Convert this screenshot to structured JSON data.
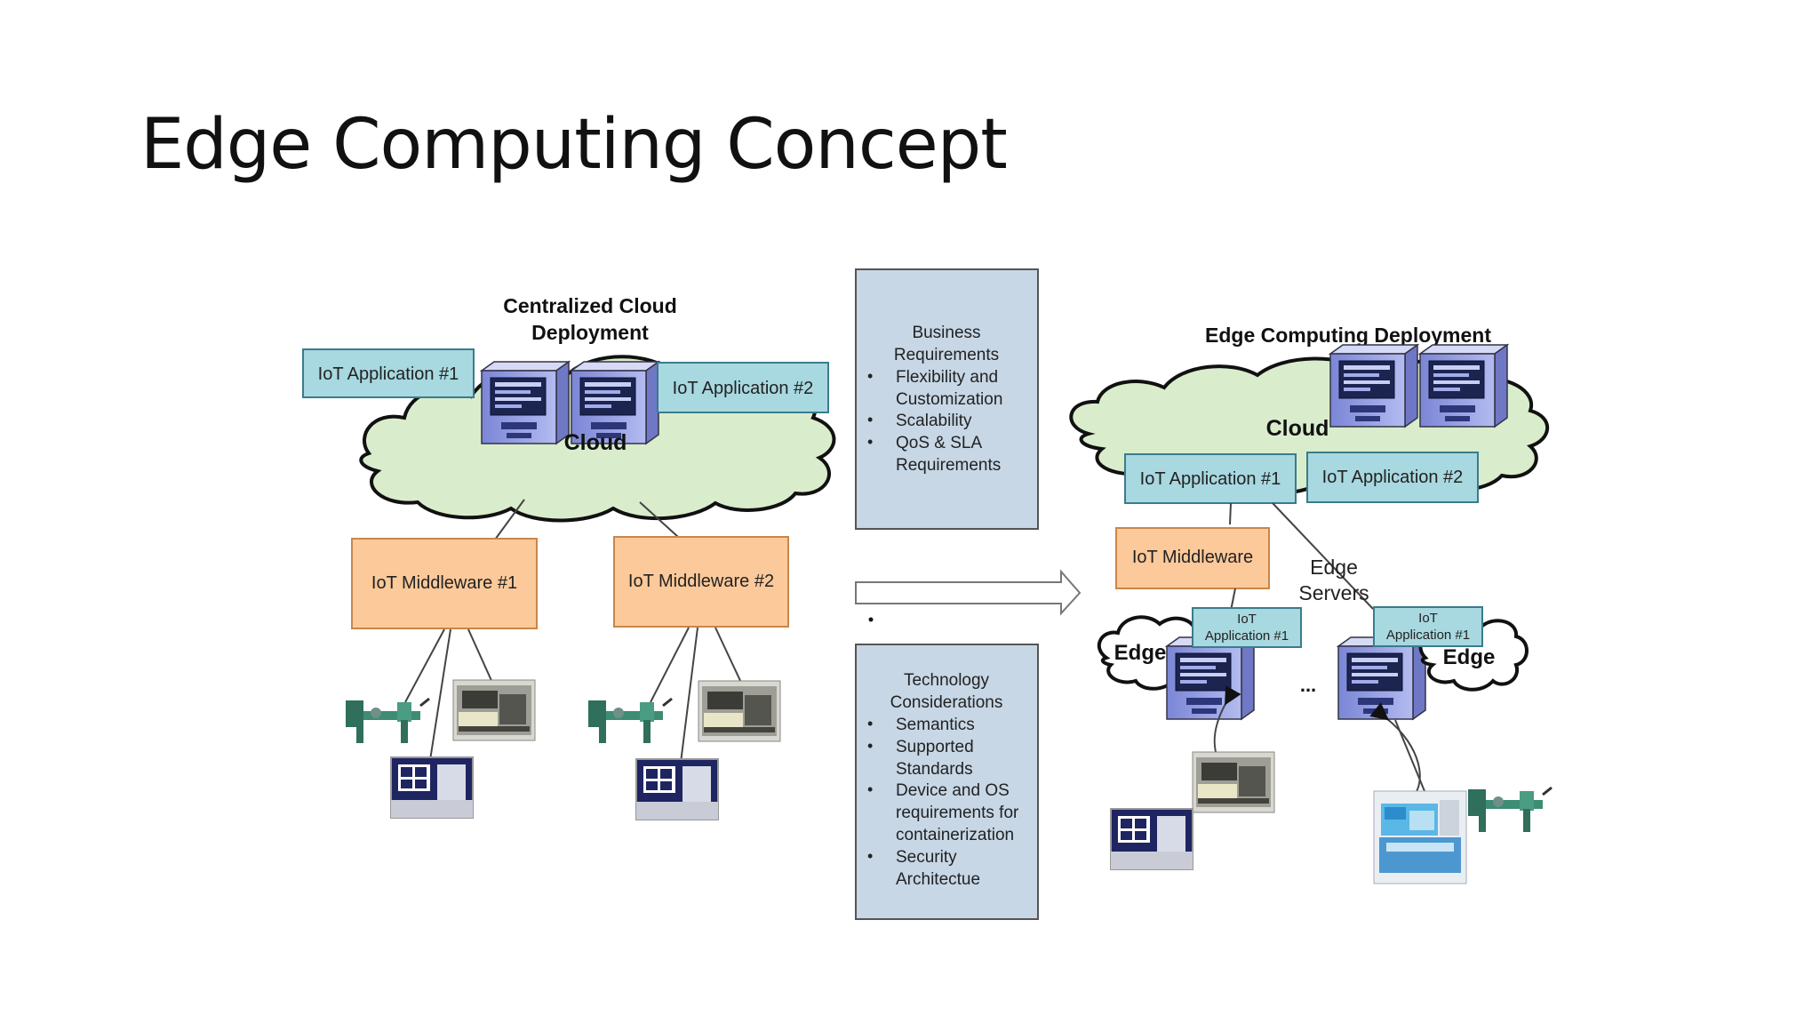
{
  "slide": {
    "title": "Edge Computing Concept"
  },
  "left": {
    "title_line1": "Centralized Cloud",
    "title_line2": "Deployment",
    "cloud_label": "Cloud",
    "app1": "IoT Application #1",
    "app2": "IoT Application #2",
    "mw1": "IoT Middleware #1",
    "mw2": "IoT Middleware #2"
  },
  "business": {
    "heading_line1": "Business",
    "heading_line2": "Requirements",
    "items": [
      {
        "l1": "Flexibility and",
        "l2": "Customization"
      },
      {
        "l1": "Scalability",
        "l2": ""
      },
      {
        "l1": "QoS & SLA",
        "l2": "Requirements"
      }
    ]
  },
  "technology": {
    "heading_line1": "Technology",
    "heading_line2": "Considerations",
    "items": [
      {
        "lines": [
          "Semantics"
        ]
      },
      {
        "lines": [
          "Supported",
          "Standards"
        ]
      },
      {
        "lines": [
          "Device and OS",
          "requirements for",
          "containerization"
        ]
      },
      {
        "lines": [
          "Security",
          "Architectue"
        ]
      }
    ]
  },
  "right": {
    "title": "Edge Computing Deployment",
    "cloud_label": "Cloud",
    "app1": "IoT Application #1",
    "app2": "IoT Application #2",
    "middleware": "IoT Middleware",
    "edge_servers_line1": "Edge",
    "edge_servers_line2": "Servers",
    "edge_left": "Edge",
    "edge_right": "Edge",
    "edge_app_line1": "IoT",
    "edge_app_line2": "Application #1",
    "ellipsis": "..."
  },
  "colors": {
    "app_box": "#a8d8e0",
    "middleware_box": "#fcc99a",
    "panel": "#c7d7e6",
    "cloud": "#d9edcc"
  }
}
